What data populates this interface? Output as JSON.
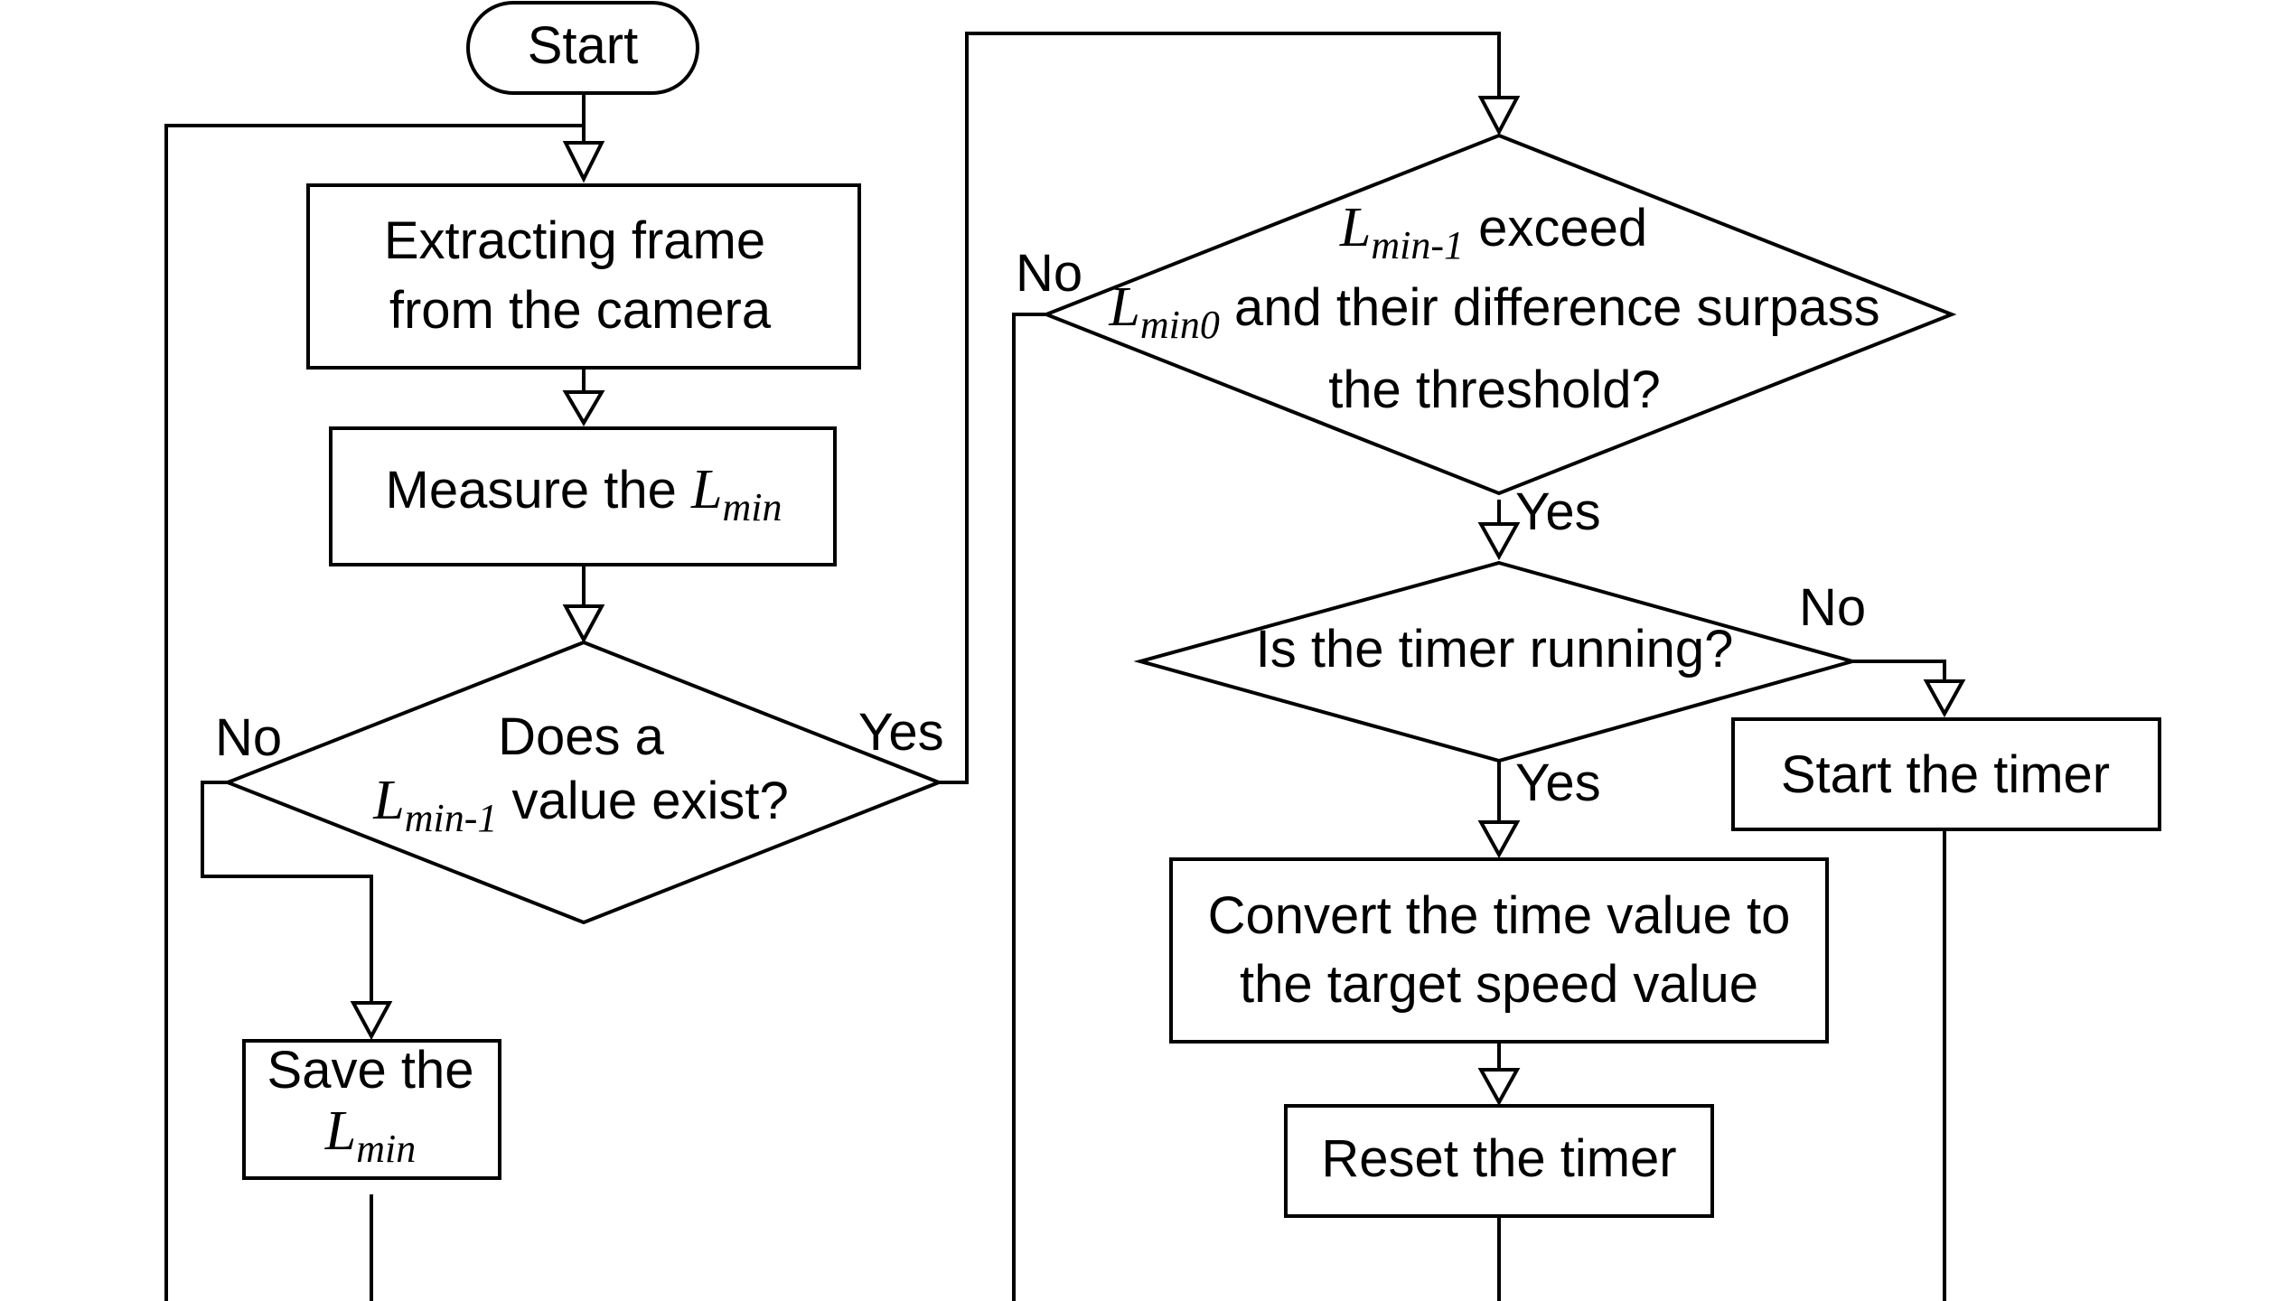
{
  "nodes": {
    "start": "Start",
    "extract": {
      "line1": "Extracting frame",
      "line2": "from the camera"
    },
    "measure": {
      "text": "Measure the ",
      "var": "L",
      "sub": "min"
    },
    "exist": {
      "line1": "Does a",
      "var": "L",
      "sub": "min-1",
      "line2": " value exist?"
    },
    "save": {
      "line1": "Save the",
      "var": "L",
      "sub": "min"
    },
    "exceed": {
      "var1": "L",
      "sub1": "min-1",
      "line1": " exceed",
      "var2": "L",
      "sub2": "min0",
      "line2": " and their difference surpass",
      "line3": "the threshold?"
    },
    "timer_running": "Is the timer running?",
    "start_timer": "Start the timer",
    "convert": {
      "line1": "Convert the time value to",
      "line2": "the target speed value"
    },
    "reset": "Reset the timer"
  },
  "edge_labels": {
    "exist_no": "No",
    "exist_yes": "Yes",
    "exceed_no": "No",
    "exceed_yes": "Yes",
    "running_no": "No",
    "running_yes": "Yes"
  }
}
